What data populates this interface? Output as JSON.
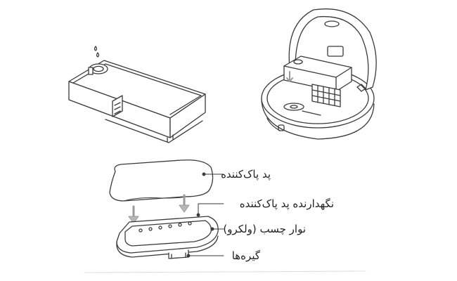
{
  "labels": {
    "cleaning_pad": "پد پاک‌کننده",
    "pad_holder": "نگهدارنده پد پاک‌کننده",
    "velcro_strip": "نوار چسب (ولکرو)",
    "clips": "گیره‌ها"
  },
  "colors": {
    "line": "#3a3a3a",
    "arrow": "#9a9a9a",
    "fill": "#ffffff"
  }
}
